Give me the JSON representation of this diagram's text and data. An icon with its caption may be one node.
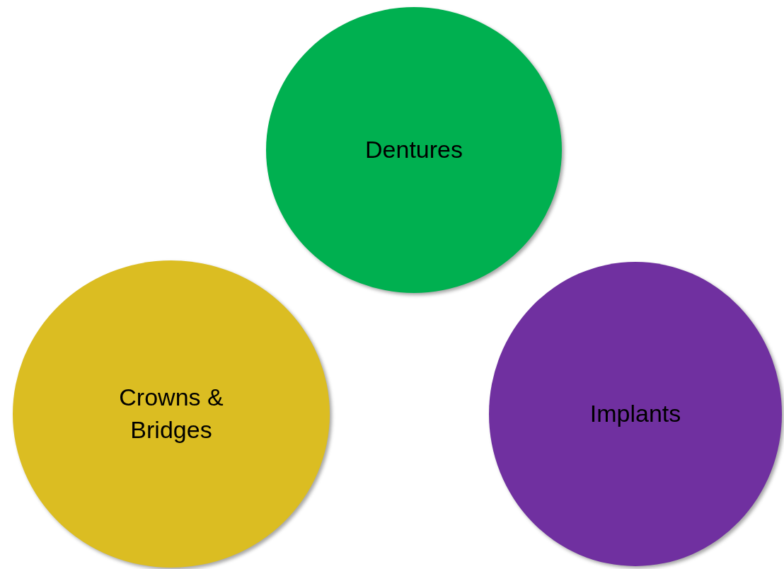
{
  "diagram": {
    "nodes": [
      {
        "text": [
          "Dentures"
        ]
      },
      {
        "text": [
          "Crowns & Bridges"
        ]
      },
      {
        "text": [
          "Implants"
        ]
      }
    ]
  }
}
